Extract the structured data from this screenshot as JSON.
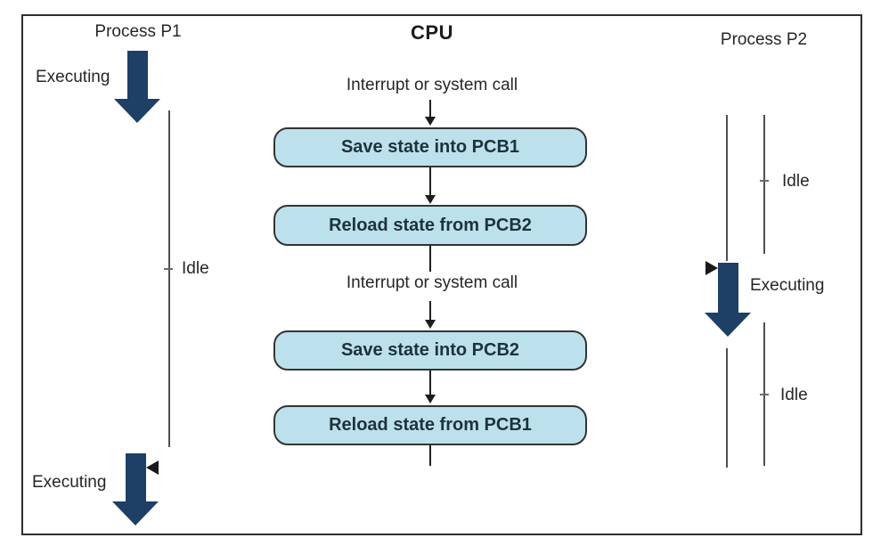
{
  "diagram": {
    "cpu_label": "CPU",
    "p1": {
      "title": "Process P1",
      "executing_top": "Executing",
      "idle": "Idle",
      "executing_bottom": "Executing"
    },
    "p2": {
      "title": "Process P2",
      "idle_top": "Idle",
      "executing": "Executing",
      "idle_bottom": "Idle"
    },
    "interrupts": {
      "top": "Interrupt or system call",
      "mid": "Interrupt or system call"
    },
    "boxes": [
      {
        "label": "Save state into PCB1"
      },
      {
        "label": "Reload state from PCB2"
      },
      {
        "label": "Save state into PCB2"
      },
      {
        "label": "Reload state from PCB1"
      }
    ],
    "colors": {
      "executing_arrow": "#1e3f66",
      "box_fill": "#bce1ec",
      "box_border": "#333333",
      "box_text": "#1d323c",
      "timeline": "#4f4f4f",
      "flow_arrow": "#1c1c1c",
      "frame_border": "#2e2e2e",
      "label_text": "#262626",
      "background": "#ffffff"
    }
  }
}
